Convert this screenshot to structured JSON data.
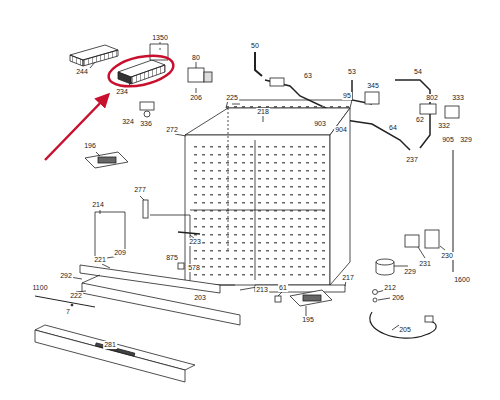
{
  "diagram": {
    "labels": [
      "1350",
      "244",
      "80",
      "50",
      "234",
      "206",
      "63",
      "53",
      "54",
      "345",
      "225",
      "95",
      "802",
      "333",
      "218",
      "903",
      "62",
      "324",
      "336",
      "272",
      "64",
      "332",
      "904",
      "905",
      "329",
      "196",
      "237",
      "277",
      "214",
      "223",
      "209",
      "221",
      "875",
      "578",
      "292",
      "203",
      "213",
      "231",
      "230",
      "222",
      "1100",
      "7",
      "229",
      "61",
      "1600",
      "217",
      "212",
      "206",
      "195",
      "281",
      "205"
    ]
  }
}
